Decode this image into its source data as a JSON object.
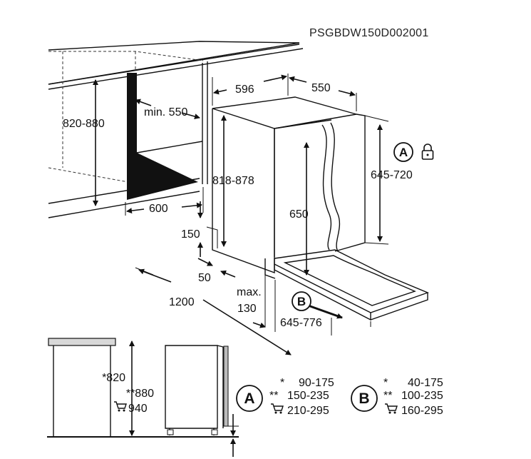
{
  "code": "PSGBDW150D002001",
  "dims": {
    "niche_height": "820-880",
    "min_depth": "min. 550",
    "niche_width": "600",
    "appliance_width": "596",
    "appliance_depth": "550",
    "appliance_height": "818-878",
    "door_height": "645-720",
    "open_door": "650",
    "plinth_h": "150",
    "plinth_d": "50",
    "total_depth": "1200",
    "max_label": "max.",
    "max_value": "130",
    "door_travel": "645-776"
  },
  "legend_heights": [
    "*820",
    "**880",
    "940"
  ],
  "callout_a": "A",
  "callout_b": "B",
  "table_a": [
    {
      "mark": "*",
      "value": "90-175"
    },
    {
      "mark": "**",
      "value": "150-235"
    },
    {
      "mark": "cart",
      "value": "210-295"
    }
  ],
  "table_b": [
    {
      "mark": "*",
      "value": "40-175"
    },
    {
      "mark": "**",
      "value": "100-235"
    },
    {
      "mark": "cart",
      "value": "160-295"
    }
  ],
  "icons": [
    "lock-icon",
    "cart-icon"
  ]
}
